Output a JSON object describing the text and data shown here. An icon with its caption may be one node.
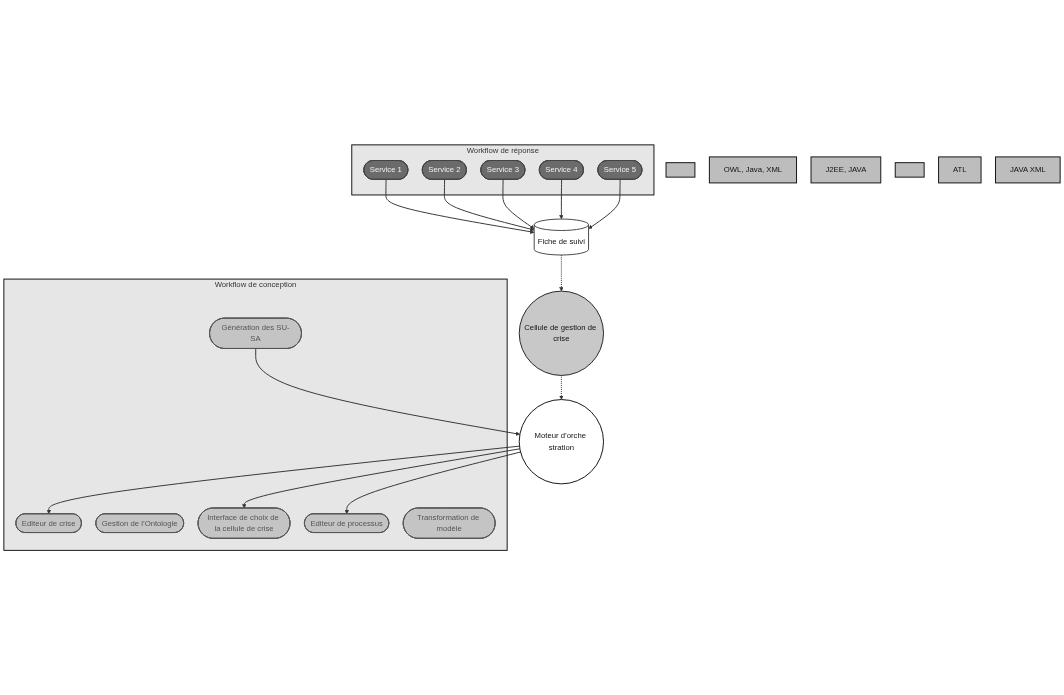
{
  "diagram": {
    "nodes": [
      {
        "text": [
          "Cellule de gestion de crise"
        ]
      },
      {
        "text": [
          "Workflow de réponse"
        ]
      },
      {
        "text": [
          "Service 1"
        ],
        "in": 1
      },
      {
        "text": [
          "Service 2"
        ],
        "in": 1
      },
      {
        "text": [
          "Service 3"
        ],
        "in": 1
      },
      {
        "text": [
          "Service 4"
        ],
        "in": 1
      },
      {
        "text": [
          "Service 5"
        ],
        "in": 1
      },
      {
        "text": [
          "Fiche de suivi"
        ]
      },
      {
        "text": [
          "Moteur d’orche stration"
        ]
      },
      {
        "text": [
          "Workflow de conception"
        ]
      },
      {
        "text": [
          "Editeur de crise"
        ],
        "in": 9
      },
      {
        "text": [
          "Gestion de l’Ontologie"
        ],
        "in": 9
      },
      {
        "text": [
          "Interface de choix de la cellule de crise"
        ],
        "in": 9
      },
      {
        "text": [
          "Editeur de processus"
        ],
        "in": 9
      },
      {
        "text": [
          "Transformation de modèle"
        ],
        "in": 9
      },
      {
        "text": [
          "Génération des SU-SA"
        ],
        "in": 9
      },
      {
        "text": [],
        "shape": "box"
      },
      {
        "text": [
          "OWL, Java, XML"
        ]
      },
      {
        "text": [
          "J2EE, JAVA"
        ]
      },
      {
        "text": [],
        "shape": "box"
      },
      {
        "text": [
          "ATL"
        ]
      },
      {
        "text": [
          "JAVA XML"
        ]
      }
    ],
    "edges": [
      {
        "from": 2,
        "to": 7,
        "arrow": "to"
      },
      {
        "from": 3,
        "to": 7,
        "arrow": "to"
      },
      {
        "from": 4,
        "to": 7,
        "arrow": "to"
      },
      {
        "from": 5,
        "to": 7,
        "arrow": "to"
      },
      {
        "from": 6,
        "to": 7,
        "arrow": "to"
      },
      {
        "from": 7,
        "to": 0,
        "arrow": "to",
        "style": "dashed"
      },
      {
        "from": 0,
        "to": 8,
        "arrow": "to",
        "style": "dashed"
      },
      {
        "from": 8,
        "to": 10,
        "arrow": "to"
      },
      {
        "from": 8,
        "to": 12,
        "arrow": "to"
      },
      {
        "from": 8,
        "to": 13,
        "arrow": "to"
      },
      {
        "from": 15,
        "to": 8,
        "arrow": "to"
      }
    ]
  }
}
